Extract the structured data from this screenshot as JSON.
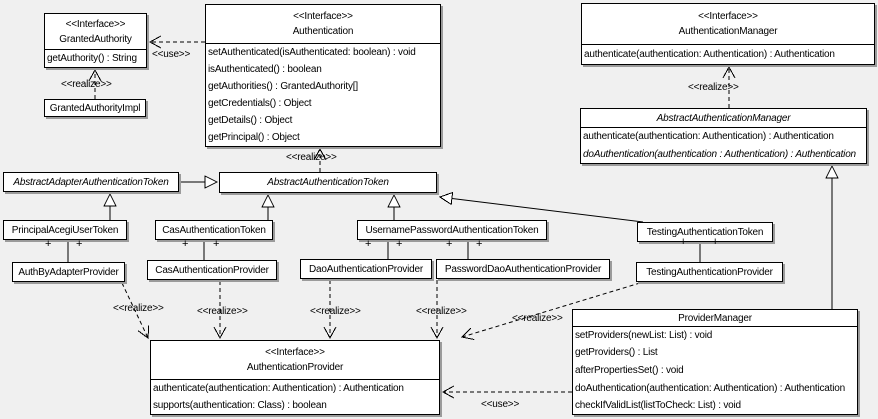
{
  "labels": {
    "realize": "<<realize>>",
    "use": "<<use>>",
    "plus": "+"
  },
  "classes": {
    "granted_authority": {
      "stereotype": "<<Interface>>",
      "name": "GrantedAuthority",
      "methods": [
        "getAuthority() : String"
      ]
    },
    "granted_authority_impl": {
      "name": "GrantedAuthorityImpl"
    },
    "authentication": {
      "stereotype": "<<Interface>>",
      "name": "Authentication",
      "methods": [
        "setAuthenticated(isAuthenticated: boolean) : void",
        "isAuthenticated() : boolean",
        "getAuthorities() : GrantedAuthority[]",
        "getCredentials() : Object",
        "getDetails() : Object",
        "getPrincipal() : Object"
      ]
    },
    "authentication_manager": {
      "stereotype": "<<Interface>>",
      "name": "AuthenticationManager",
      "methods": [
        "authenticate(authentication: Authentication) : Authentication"
      ]
    },
    "abstract_authentication_manager": {
      "name": "AbstractAuthenticationManager",
      "methods": [
        "authenticate(authentication: Authentication) : Authentication",
        "doAuthentication(authentication : Authentication) : Authentication"
      ]
    },
    "abstract_adapter_authentication_token": {
      "name": "AbstractAdapterAuthenticationToken"
    },
    "abstract_authentication_token": {
      "name": "AbstractAuthenticationToken"
    },
    "principal_acegi_user_token": {
      "name": "PrincipalAcegiUserToken"
    },
    "cas_authentication_token": {
      "name": "CasAuthenticationToken"
    },
    "username_password_authentication_token": {
      "name": "UsernamePasswordAuthenticationToken"
    },
    "testing_authentication_token": {
      "name": "TestingAuthenticationToken"
    },
    "auth_by_adapter_provider": {
      "name": "AuthByAdapterProvider"
    },
    "cas_authentication_provider": {
      "name": "CasAuthenticationProvider"
    },
    "dao_authentication_provider": {
      "name": "DaoAuthenticationProvider"
    },
    "password_dao_authentication_provider": {
      "name": "PasswordDaoAuthenticationProvider"
    },
    "testing_authentication_provider": {
      "name": "TestingAuthenticationProvider"
    },
    "authentication_provider": {
      "stereotype": "<<Interface>>",
      "name": "AuthenticationProvider",
      "methods": [
        "authenticate(authentication: Authentication) : Authentication",
        "supports(authentication: Class) : boolean"
      ]
    },
    "provider_manager": {
      "name": "ProviderManager",
      "methods": [
        "setProviders(newList: List) : void",
        "getProviders() : List",
        "afterPropertiesSet() : void",
        "doAuthentication(authentication: Authentication) : Authentication",
        "checkIfValidList(listToCheck: List) : void"
      ]
    }
  }
}
